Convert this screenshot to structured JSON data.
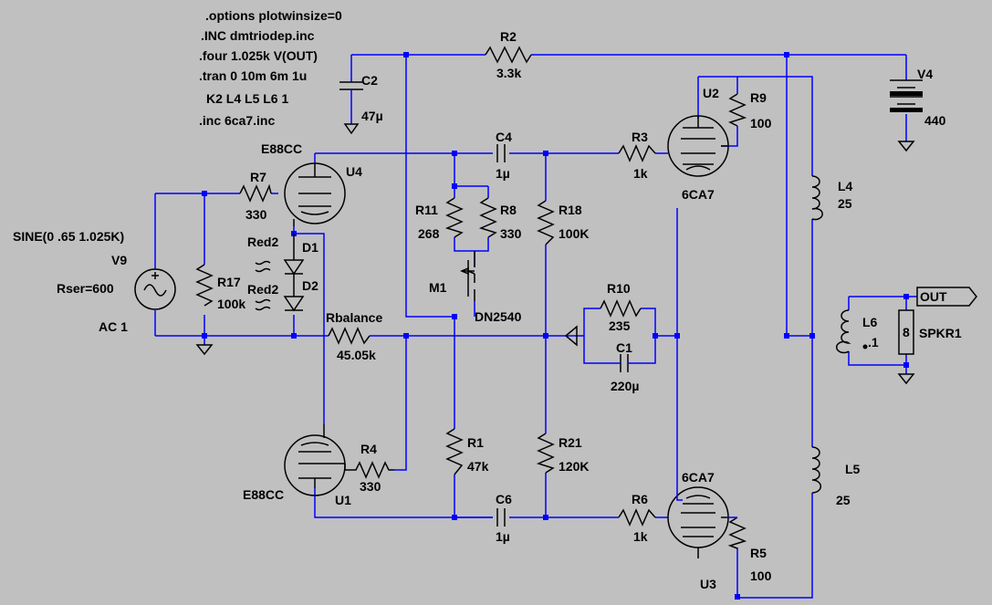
{
  "directives": [
    ".options plotwinsize=0",
    ".INC dmtriodep.inc",
    ".four 1.025k V(OUT)",
    ".tran 0 10m 6m 1u",
    "K2 L4 L5 L6 1",
    ".inc 6ca7.inc"
  ],
  "components": {
    "R2": {
      "name": "R2",
      "value": "3.3k"
    },
    "C2": {
      "name": "C2",
      "value": "47µ"
    },
    "V4": {
      "name": "V4",
      "value": "440"
    },
    "U2": {
      "name": "U2",
      "model": "6CA7"
    },
    "R9": {
      "name": "R9",
      "value": "100"
    },
    "C4": {
      "name": "C4",
      "value": "1µ"
    },
    "R3": {
      "name": "R3",
      "value": "1k"
    },
    "U4": {
      "name": "U4",
      "model": "E88CC"
    },
    "R7": {
      "name": "R7",
      "value": "330"
    },
    "R11": {
      "name": "R11",
      "value": "268"
    },
    "R8": {
      "name": "R8",
      "value": "330"
    },
    "R18": {
      "name": "R18",
      "value": "100K"
    },
    "L4": {
      "name": "L4",
      "value": "25"
    },
    "V9": {
      "name": "V9",
      "value": "SINE(0 .65 1.025K)",
      "rser": "Rser=600",
      "ac": "AC 1"
    },
    "D1": {
      "name": "D1",
      "model": "Red2"
    },
    "D2": {
      "name": "D2",
      "model": "Red2"
    },
    "R17": {
      "name": "R17",
      "value": "100k"
    },
    "M1": {
      "name": "M1",
      "model": "DN2540"
    },
    "R10": {
      "name": "R10",
      "value": "235"
    },
    "C1": {
      "name": "C1",
      "value": "220µ"
    },
    "Rbalance": {
      "name": "Rbalance",
      "value": "45.05k"
    },
    "L6": {
      "name": "L6",
      "value": ".1"
    },
    "SPKR1": {
      "name": "SPKR1",
      "value": "8"
    },
    "R1": {
      "name": "R1",
      "value": "47k"
    },
    "R21": {
      "name": "R21",
      "value": "120K"
    },
    "R4": {
      "name": "R4",
      "value": "330"
    },
    "U1": {
      "name": "U1",
      "model": "E88CC"
    },
    "C6": {
      "name": "C6",
      "value": "1µ"
    },
    "R6": {
      "name": "R6",
      "value": "1k"
    },
    "U3": {
      "name": "U3",
      "model": "6CA7"
    },
    "R5": {
      "name": "R5",
      "value": "100"
    },
    "L5": {
      "name": "L5",
      "value": "25"
    }
  },
  "nets": {
    "out": "OUT"
  },
  "colors": {
    "background": "#c0c0c0",
    "wire": "#0000ff",
    "component": "#000000"
  }
}
